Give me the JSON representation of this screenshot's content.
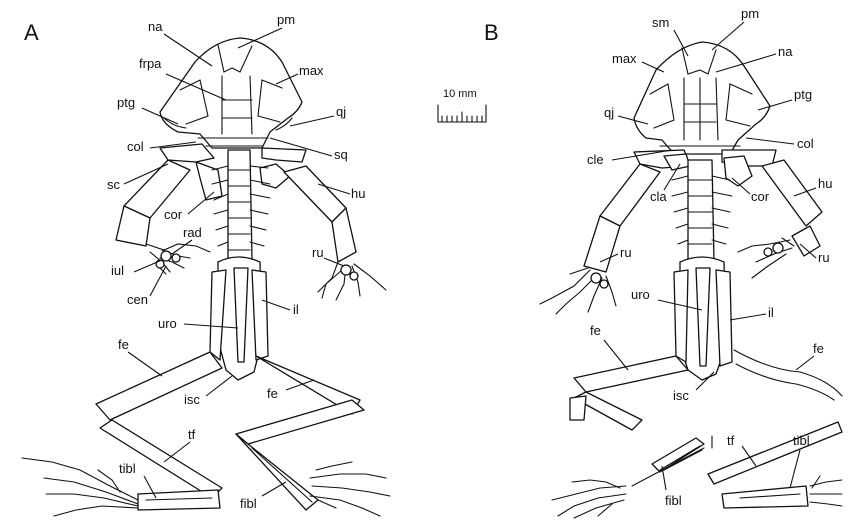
{
  "panels": {
    "a": "A",
    "b": "B"
  },
  "scale": {
    "label": "10 mm"
  },
  "labels_a": {
    "na": "na",
    "pm": "pm",
    "frpa": "frpa",
    "max": "max",
    "ptg": "ptg",
    "qj": "qj",
    "col": "col",
    "sq": "sq",
    "sc": "sc",
    "hu": "hu",
    "cor": "cor",
    "rad": "rad",
    "iul": "iul",
    "cen": "cen",
    "ru": "ru",
    "uro": "uro",
    "il": "il",
    "fe1": "fe",
    "isc": "isc",
    "fe2": "fe",
    "tf": "tf",
    "tibl": "tibl",
    "fibl": "fibl"
  },
  "labels_b": {
    "sm": "sm",
    "pm": "pm",
    "max": "max",
    "na": "na",
    "qj": "qj",
    "ptg": "ptg",
    "col": "col",
    "cle": "cle",
    "cla": "cla",
    "cor": "cor",
    "hu": "hu",
    "ru1": "ru",
    "ru2": "ru",
    "uro": "uro",
    "il": "il",
    "fe1": "fe",
    "fe2": "fe",
    "isc": "isc",
    "tf": "tf",
    "tibl": "tibl",
    "fibl": "fibl"
  }
}
